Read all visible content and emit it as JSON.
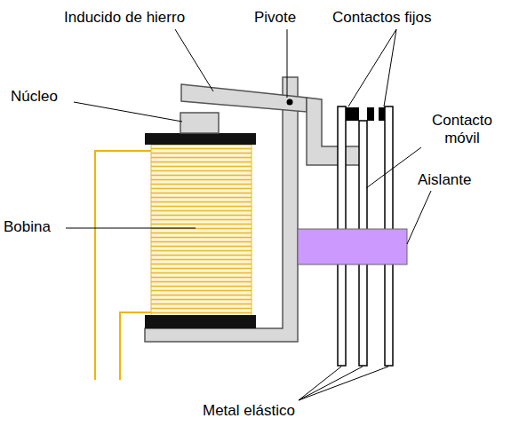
{
  "diagram": {
    "labels": [
      "Inducido de hierro",
      "Pivote",
      "Contactos fijos",
      "Núcleo",
      "Contacto móvil",
      "Aislante",
      "Bobina",
      "Metal elástico"
    ]
  }
}
